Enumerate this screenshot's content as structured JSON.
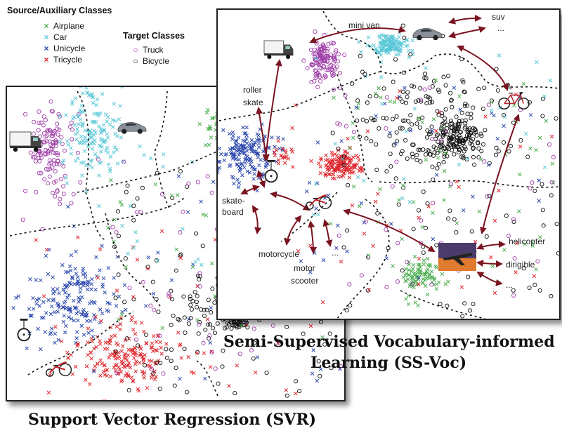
{
  "legend": {
    "source_title": "Source/Auxiliary Classes",
    "target_title": "Target Classes",
    "source_items": [
      {
        "label": "Airplane",
        "color": "#4caf50",
        "marker": "×"
      },
      {
        "label": "Car",
        "color": "#5bc8d8",
        "marker": "×"
      },
      {
        "label": "Unicycle",
        "color": "#2f4bb0",
        "marker": "×"
      },
      {
        "label": "Tricycle",
        "color": "#e0282e",
        "marker": "×"
      }
    ],
    "target_items": [
      {
        "label": "Truck",
        "color": "#a040a8",
        "marker": "○"
      },
      {
        "label": "Bicycle",
        "color": "#111111",
        "marker": "○"
      }
    ]
  },
  "colors": {
    "airplane": "#4caf50",
    "car": "#5bc8d8",
    "unicycle": "#2f4bb0",
    "tricycle": "#e0282e",
    "truck": "#a040a8",
    "bicycle": "#111111",
    "arrow": "#7a1420"
  },
  "ssvoc": {
    "labels": {
      "mini_van": "mini van",
      "suv": "suv",
      "ellipsis_top": "...",
      "roller": "roller",
      "skate": "skate",
      "skate_board_1": "skate-",
      "skate_board_2": "board",
      "motorcycle": "motorcycle",
      "motor": "motor",
      "scooter": "scooter",
      "ellipsis_mid": "...",
      "helicopter": "helicopter",
      "dirigible": "dirigible",
      "ellipsis_bottom": "..."
    },
    "caption_line1": "Semi-Supervised Vocabulary-informed",
    "caption_line2": "Learning (SS-Voc)"
  },
  "svr": {
    "caption": "Support Vector Regression (SVR)"
  }
}
